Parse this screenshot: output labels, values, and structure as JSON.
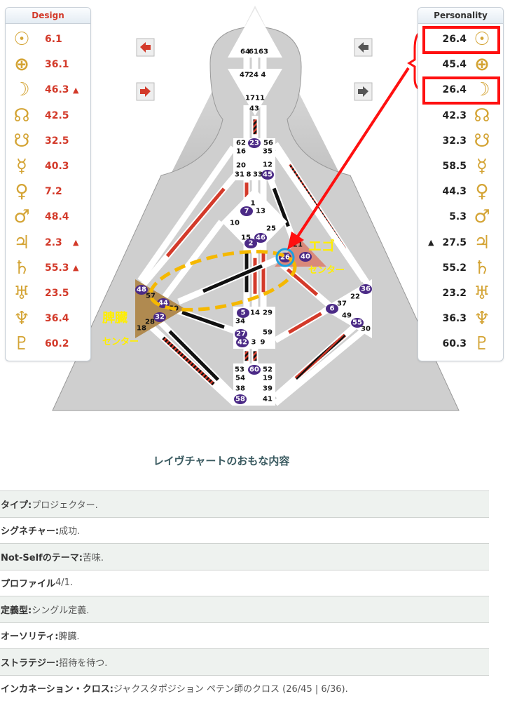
{
  "design": {
    "header": "Design",
    "color": "#d33a2a",
    "rows": [
      {
        "planet": "sun-icon",
        "symbol": "☉",
        "value": "6.1",
        "mark": ""
      },
      {
        "planet": "earth-icon",
        "symbol": "⊕",
        "value": "36.1",
        "mark": ""
      },
      {
        "planet": "moon-icon",
        "symbol": "☽",
        "value": "46.3",
        "mark": "▲"
      },
      {
        "planet": "north-node-icon",
        "symbol": "☊",
        "value": "42.5",
        "mark": ""
      },
      {
        "planet": "south-node-icon",
        "symbol": "☋",
        "value": "32.5",
        "mark": ""
      },
      {
        "planet": "mercury-icon",
        "symbol": "☿",
        "value": "40.3",
        "mark": ""
      },
      {
        "planet": "venus-icon",
        "symbol": "♀",
        "value": "7.2",
        "mark": ""
      },
      {
        "planet": "mars-icon",
        "symbol": "♂",
        "value": "48.4",
        "mark": ""
      },
      {
        "planet": "jupiter-icon",
        "symbol": "♃",
        "value": "2.3",
        "mark": "▲"
      },
      {
        "planet": "saturn-icon",
        "symbol": "♄",
        "value": "55.3",
        "mark": "▲"
      },
      {
        "planet": "uranus-icon",
        "symbol": "♅",
        "value": "23.5",
        "mark": ""
      },
      {
        "planet": "neptune-icon",
        "symbol": "♆",
        "value": "36.4",
        "mark": ""
      },
      {
        "planet": "pluto-icon",
        "symbol": "♇",
        "value": "60.2",
        "mark": ""
      }
    ]
  },
  "personality": {
    "header": "Personality",
    "rows": [
      {
        "planet": "sun-icon",
        "symbol": "☉",
        "value": "26.4",
        "mark": ""
      },
      {
        "planet": "earth-icon",
        "symbol": "⊕",
        "value": "45.4",
        "mark": ""
      },
      {
        "planet": "moon-icon",
        "symbol": "☽",
        "value": "26.4",
        "mark": ""
      },
      {
        "planet": "north-node-icon",
        "symbol": "☊",
        "value": "42.3",
        "mark": ""
      },
      {
        "planet": "south-node-icon",
        "symbol": "☋",
        "value": "32.3",
        "mark": ""
      },
      {
        "planet": "mercury-icon",
        "symbol": "☿",
        "value": "58.5",
        "mark": ""
      },
      {
        "planet": "venus-icon",
        "symbol": "♀",
        "value": "44.3",
        "mark": ""
      },
      {
        "planet": "mars-icon",
        "symbol": "♂",
        "value": "5.3",
        "mark": ""
      },
      {
        "planet": "jupiter-icon",
        "symbol": "♃",
        "value": "27.5",
        "mark": "▲"
      },
      {
        "planet": "saturn-icon",
        "symbol": "♄",
        "value": "55.2",
        "mark": ""
      },
      {
        "planet": "uranus-icon",
        "symbol": "♅",
        "value": "23.2",
        "mark": ""
      },
      {
        "planet": "neptune-icon",
        "symbol": "♆",
        "value": "36.3",
        "mark": ""
      },
      {
        "planet": "pluto-icon",
        "symbol": "♇",
        "value": "60.3",
        "mark": ""
      }
    ]
  },
  "bodygraph": {
    "gates": [
      {
        "n": "64",
        "c": false
      },
      {
        "n": "61",
        "c": false
      },
      {
        "n": "63",
        "c": false
      },
      {
        "n": "47",
        "c": false
      },
      {
        "n": "24",
        "c": false
      },
      {
        "n": "4",
        "c": false
      },
      {
        "n": "17",
        "c": false
      },
      {
        "n": "11",
        "c": false
      },
      {
        "n": "43",
        "c": false
      },
      {
        "n": "62",
        "c": false
      },
      {
        "n": "23",
        "c": true
      },
      {
        "n": "56",
        "c": false
      },
      {
        "n": "16",
        "c": false
      },
      {
        "n": "35",
        "c": false
      },
      {
        "n": "20",
        "c": false
      },
      {
        "n": "12",
        "c": false
      },
      {
        "n": "31",
        "c": false
      },
      {
        "n": "8",
        "c": false
      },
      {
        "n": "33",
        "c": false
      },
      {
        "n": "45",
        "c": true
      },
      {
        "n": "1",
        "c": false
      },
      {
        "n": "7",
        "c": true
      },
      {
        "n": "13",
        "c": false
      },
      {
        "n": "10",
        "c": false
      },
      {
        "n": "25",
        "c": false
      },
      {
        "n": "15",
        "c": false
      },
      {
        "n": "46",
        "c": true
      },
      {
        "n": "2",
        "c": true
      },
      {
        "n": "21",
        "c": false
      },
      {
        "n": "26",
        "c": true
      },
      {
        "n": "40",
        "c": true
      },
      {
        "n": "48",
        "c": true
      },
      {
        "n": "57",
        "c": false
      },
      {
        "n": "44",
        "c": true
      },
      {
        "n": "50",
        "c": false
      },
      {
        "n": "32",
        "c": true
      },
      {
        "n": "28",
        "c": false
      },
      {
        "n": "18",
        "c": false
      },
      {
        "n": "5",
        "c": true
      },
      {
        "n": "14",
        "c": false
      },
      {
        "n": "29",
        "c": false
      },
      {
        "n": "34",
        "c": false
      },
      {
        "n": "27",
        "c": true
      },
      {
        "n": "59",
        "c": false
      },
      {
        "n": "42",
        "c": true
      },
      {
        "n": "3",
        "c": false
      },
      {
        "n": "9",
        "c": false
      },
      {
        "n": "53",
        "c": false
      },
      {
        "n": "60",
        "c": true
      },
      {
        "n": "52",
        "c": false
      },
      {
        "n": "54",
        "c": false
      },
      {
        "n": "19",
        "c": false
      },
      {
        "n": "38",
        "c": false
      },
      {
        "n": "39",
        "c": false
      },
      {
        "n": "58",
        "c": true
      },
      {
        "n": "41",
        "c": false
      },
      {
        "n": "36",
        "c": true
      },
      {
        "n": "22",
        "c": false
      },
      {
        "n": "37",
        "c": false
      },
      {
        "n": "6",
        "c": true
      },
      {
        "n": "49",
        "c": false
      },
      {
        "n": "55",
        "c": true
      },
      {
        "n": "30",
        "c": false
      }
    ],
    "colors": {
      "design": "#d33a2a",
      "personality": "#111111",
      "ego": "#d9897a",
      "spleen": "#b08a50"
    }
  },
  "annotations": {
    "ego_label_1": "エゴ",
    "ego_label_2": "センター",
    "spleen_label_1": "脾臓",
    "spleen_label_2": "センター",
    "highlight_color": "#ff1010",
    "ellipse_color": "#f5b800"
  },
  "title": "レイヴチャートのおもな内容",
  "properties": [
    {
      "label": "タイプ:",
      "value": " プロジェクター."
    },
    {
      "label": "シグネチャー:",
      "value": " 成功."
    },
    {
      "label": "Not-Selfのテーマ:",
      "value": " 苦味."
    },
    {
      "label": "プロファイル",
      "value": "4/1."
    },
    {
      "label": "定義型:",
      "value": " シングル定義."
    },
    {
      "label": "オーソリティ:",
      "value": " 脾臓."
    },
    {
      "label": "ストラテジー:",
      "value": " 招待を待つ."
    },
    {
      "label": "インカネーション・クロス:",
      "value": " ジャクスタポジション ペテン師のクロス (26/45 | 6/36)."
    }
  ]
}
